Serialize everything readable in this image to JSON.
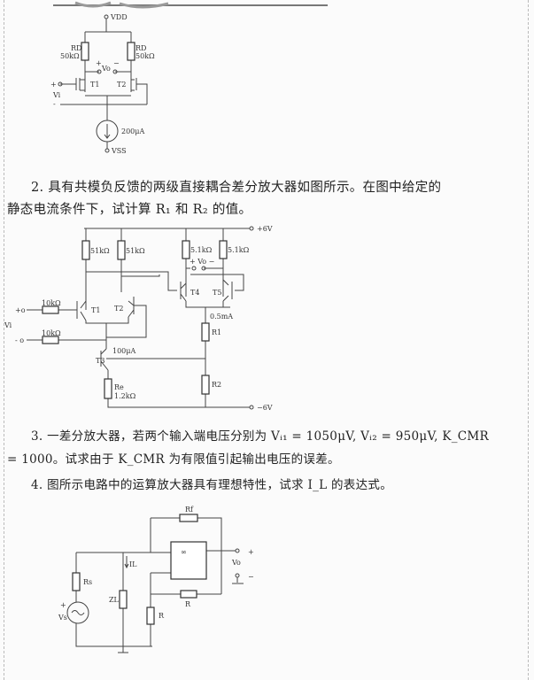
{
  "problems": {
    "p2": {
      "line1": "2. 具有共模负反馈的两级直接耦合差分放大器如图所示。在图中给定的",
      "line2": "静态电流条件下，试计算 R₁ 和 R₂ 的值。"
    },
    "p3": {
      "line1": "3. 一差分放大器，若两个输入端电压分别为 Vᵢ₁ = 1050μV, Vᵢ₂ = 950μV, K_CMR",
      "line2": "= 1000。试求由于 K_CMR 为有限值引起输出电压的误差。"
    },
    "p4": {
      "line1": "4. 图所示电路中的运算放大器具有理想特性，试求 I_L 的表达式。"
    }
  },
  "fig1": {
    "vdd": "VDD",
    "rd": "RD",
    "rd_val": "50kΩ",
    "vo": "Vo",
    "plus": "+",
    "minus": "−",
    "t1": "T1",
    "t2": "T2",
    "vi": "Vi",
    "in_plus": "+",
    "in_minus": "-",
    "isrc": "200μA",
    "vss": "VSS"
  },
  "fig2": {
    "vpos": "+6V",
    "vneg": "−6V",
    "r51": "51kΩ",
    "r51b": "51kΩ",
    "r5a": "5.1kΩ",
    "r5b": "5.1kΩ",
    "vo": "+ Vo −",
    "t1": "T1",
    "t2": "T2",
    "t3": "T3",
    "t4": "T4",
    "t5": "T5",
    "rin1": "10kΩ",
    "rin2": "10kΩ",
    "in_plus": "+o",
    "in_minus": "-  o",
    "vi": "Vi",
    "i3": "100μA",
    "i4": "0.5mA",
    "r1": "R1",
    "r2": "R2",
    "re": "Re",
    "re_val": "1.2kΩ"
  },
  "fig3": {
    "rf": "Rf",
    "opamp": "∞",
    "vo": "Vo",
    "plus": "+",
    "minus": "−",
    "rs": "Rs",
    "vs": "Vs",
    "vs_plus": "+",
    "il": "IL",
    "zl": "ZL",
    "r_h": "R",
    "r_v": "R"
  }
}
